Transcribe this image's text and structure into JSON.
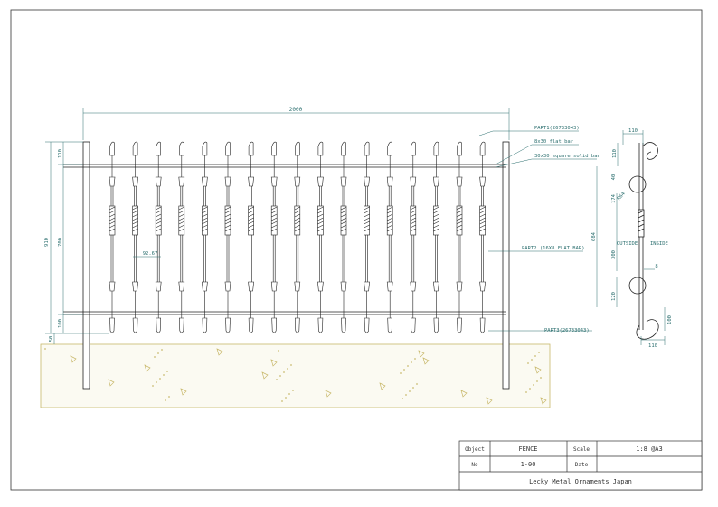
{
  "drawing": {
    "dims": {
      "total_width": "2000",
      "total_height": "910",
      "inner_height": "700",
      "top_offset": "110",
      "bottom_offset": "100",
      "ground_offset": "50",
      "picket_gap": "92.67",
      "side_top_width": "110",
      "side_bottom_width": "110",
      "side_top_height": "110",
      "side_height": "684",
      "side_mid_height": "300",
      "side_lower": "120",
      "side_bottom_height": "100",
      "side_40": "40",
      "side_174": "174",
      "side_r": "R64",
      "side_thick": "8"
    },
    "labels": {
      "part1": "PART1(26733043)",
      "flat_bar": "8x30 flat bar",
      "square_bar": "30x30 square solid bar",
      "part2": "PART2 (16X8 FLAT BAR)",
      "part3": "PART3(26733043)",
      "outside": "OUTSIDE",
      "inside": "INSIDE"
    }
  },
  "title_block": {
    "object_label": "Object",
    "object_value": "FENCE",
    "scale_label": "Scale",
    "scale_value": "1:8 @A3",
    "no_label": "No",
    "no_value": "1-00",
    "date_label": "Date",
    "date_value": "",
    "company": "Lecky Metal Ornaments Japan"
  },
  "colors": {
    "line": "#222222",
    "dimension": "#2a6e6e",
    "ground": "#c8b86a"
  }
}
